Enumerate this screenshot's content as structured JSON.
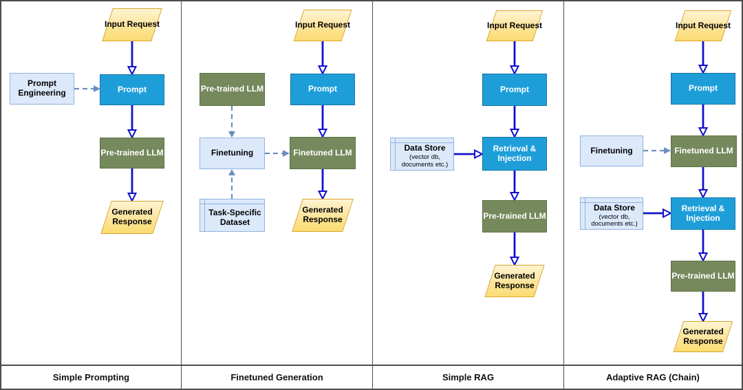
{
  "colors": {
    "process_blue": "#1E9ED9",
    "llm_green": "#76895C",
    "aux_light_blue": "#DCE9FB",
    "aux_border_blue": "#8FB1DE",
    "io_yellow": "#FBDC72",
    "io_border": "#D9A42B",
    "solid_arrow_blue": "#1111CC",
    "dashed_arrow_blue": "#6C8EBF",
    "frame_border": "#4c4c4c"
  },
  "panels": [
    {
      "title": "Simple Prompting",
      "nodes": {
        "input": "Input Request",
        "prompt_engineering": "Prompt Engineering",
        "prompt": "Prompt",
        "pretrained_llm": "Pre-trained LLM",
        "output": "Generated Response"
      }
    },
    {
      "title": "Finetuned Generation",
      "nodes": {
        "input": "Input Request",
        "pretrained_llm": "Pre-trained LLM",
        "finetuning": "Finetuning",
        "dataset": "Task-Specific Dataset",
        "prompt": "Prompt",
        "finetuned_llm": "Finetuned LLM",
        "output": "Generated Response"
      }
    },
    {
      "title": "Simple RAG",
      "nodes": {
        "input": "Input Request",
        "prompt": "Prompt",
        "data_store": "Data Store",
        "data_store_sub": "(vector db, documents etc.)",
        "retrieval": "Retrieval & Injection",
        "pretrained_llm": "Pre-trained LLM",
        "output": "Generated Response"
      }
    },
    {
      "title": "Adaptive RAG (Chain)",
      "nodes": {
        "input": "Input Request",
        "prompt": "Prompt",
        "finetuning": "Finetuning",
        "finetuned_llm": "Finetuned LLM",
        "data_store": "Data Store",
        "data_store_sub": "(vector db, documents etc.)",
        "retrieval": "Retrieval & Injection",
        "pretrained_llm": "Pre-trained LLM",
        "output": "Generated Response"
      }
    }
  ]
}
